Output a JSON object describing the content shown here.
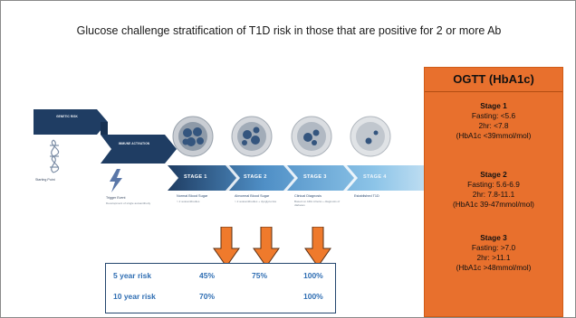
{
  "title": "Glucose challenge stratification of T1D risk in those that are positive for 2 or more Ab",
  "colors": {
    "orange_panel": "#e8702d",
    "arrow_orange": "#ef7a2c",
    "risk_text": "#2f6eb3",
    "stair_dark": "#1f3d63",
    "stage_blue": "#6aaad8"
  },
  "diagram": {
    "genetic_risk": "GENETIC RISK",
    "starting_point": "Starting Point",
    "immune_activation": "IMMUNE ACTIVATION",
    "trigger_event": "Trigger Event",
    "trigger_desc": "Development of single autoantibody",
    "stages": [
      {
        "label": "STAGE 1",
        "desc": "Normal Blood Sugar",
        "sub": "> 2 autoantibodies"
      },
      {
        "label": "STAGE 2",
        "desc": "Abnormal Blood Sugar",
        "sub": "> 2 autoantibodies + dysglycemia"
      },
      {
        "label": "STAGE 3",
        "desc": "Clinical Diagnosis",
        "sub": "Based on ADA criteria + diagnosis of diabetes"
      },
      {
        "label": "STAGE 4",
        "desc": "Established T1D",
        "sub": ""
      }
    ],
    "icons": [
      "beta-cells-icon",
      "beta-cells-icon",
      "beta-cells-icon",
      "beta-cells-icon"
    ]
  },
  "risk_table": {
    "rows": [
      {
        "label": "5 year risk",
        "values": [
          "45%",
          "75%",
          "100%"
        ]
      },
      {
        "label": "10 year risk",
        "values": [
          "70%",
          "",
          "100%"
        ]
      }
    ]
  },
  "ogtt": {
    "title": "OGTT (HbA1c)",
    "stages": [
      {
        "name": "Stage 1",
        "lines": [
          "Fasting: <5.6",
          "2hr: <7.8",
          "(HbA1c <39mmol/mol)"
        ]
      },
      {
        "name": "Stage 2",
        "lines": [
          "Fasting: 5.6-6.9",
          "2hr: 7.8-11.1",
          "(HbA1c 39-47mmol/mol)"
        ]
      },
      {
        "name": "Stage 3",
        "lines": [
          "Fasting: >7.0",
          "2hr: >11.1",
          "(HbA1c >48mmol/mol)"
        ]
      }
    ]
  }
}
